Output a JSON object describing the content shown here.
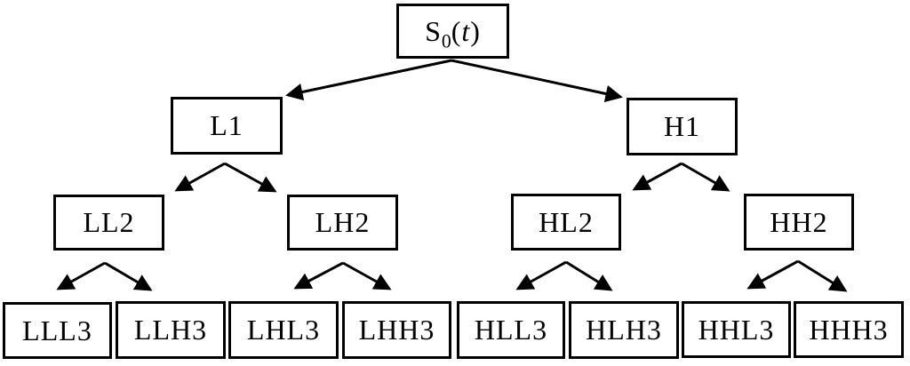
{
  "diagram": {
    "type": "tree",
    "levels": 4,
    "colors": {
      "background": "#ffffff",
      "line": "#000000",
      "text": "#000000"
    },
    "nodes": {
      "root": {
        "base": "S",
        "sub": "0",
        "paren_open": "(",
        "variable": "t",
        "paren_close": ")"
      },
      "l1": "L1",
      "h1": "H1",
      "ll2": "LL2",
      "lh2": "LH2",
      "hl2": "HL2",
      "hh2": "HH2",
      "lll3": "LLL3",
      "llh3": "LLH3",
      "lhl3": "LHL3",
      "lhh3": "LHH3",
      "hll3": "HLL3",
      "hlh3": "HLH3",
      "hhl3": "HHL3",
      "hhh3": "HHH3"
    },
    "edges": [
      [
        "root",
        "l1"
      ],
      [
        "root",
        "h1"
      ],
      [
        "l1",
        "ll2"
      ],
      [
        "l1",
        "lh2"
      ],
      [
        "h1",
        "hl2"
      ],
      [
        "h1",
        "hh2"
      ],
      [
        "ll2",
        "lll3"
      ],
      [
        "ll2",
        "llh3"
      ],
      [
        "lh2",
        "lhl3"
      ],
      [
        "lh2",
        "lhh3"
      ],
      [
        "hl2",
        "hll3"
      ],
      [
        "hl2",
        "hlh3"
      ],
      [
        "hh2",
        "hhl3"
      ],
      [
        "hh2",
        "hhh3"
      ]
    ]
  }
}
